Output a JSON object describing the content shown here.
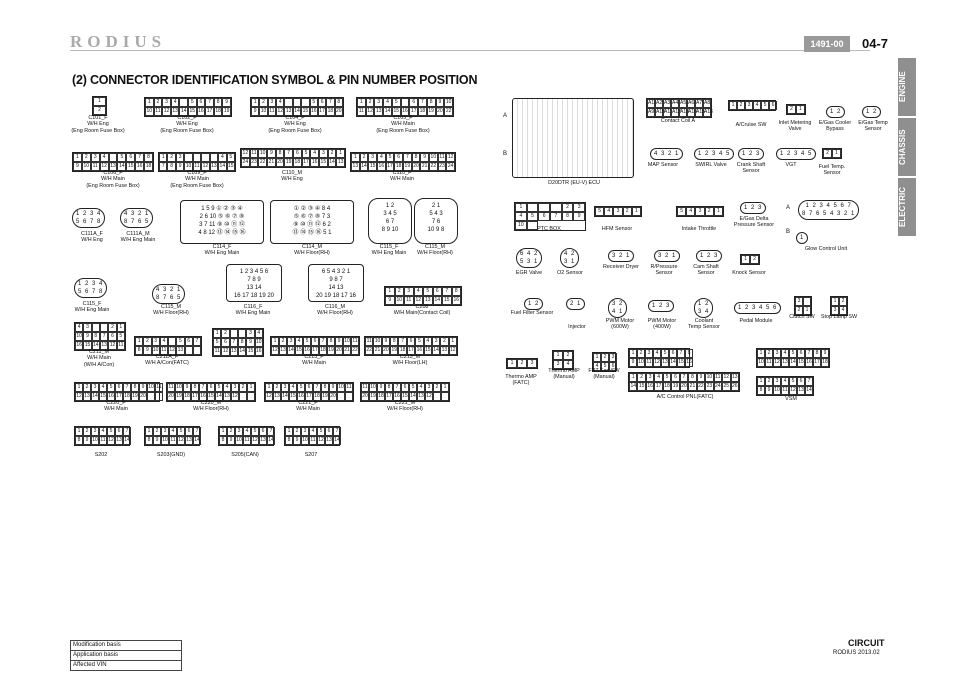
{
  "header": {
    "logo": "RODIUS",
    "doc_code": "1491-00",
    "page": "04-7"
  },
  "title": "(2) CONNECTOR IDENTIFICATION SYMBOL & PIN NUMBER POSITION",
  "side_tabs": [
    "ENGINE",
    "CHASSIS",
    "ELECTRIC"
  ],
  "connectors": {
    "c101f": [
      "C101_F",
      "W/H Eng",
      "(Eng Room Fuse Box)"
    ],
    "c102f": [
      "C102_F",
      "W/H Eng",
      "(Eng Room Fuse Box)"
    ],
    "c104f": [
      "C104_F",
      "W/H Eng",
      "(Eng Room Fuse Box)"
    ],
    "c105f": [
      "C105_F",
      "W/H Main",
      "(Eng Room Fuse Box)"
    ],
    "c106f": [
      "C106_F",
      "W/H Main",
      "(Eng Room Fuse Box)"
    ],
    "c109f": [
      "C109_F",
      "W/H Main",
      "(Eng Room Fuse Box)"
    ],
    "c110m": [
      "C110_M",
      "W/H Eng"
    ],
    "c110f": [
      "C110_F",
      "W/H Main"
    ],
    "c111af": [
      "C111A_F",
      "W/H Eng"
    ],
    "c111am": [
      "C111A_M",
      "W/H Eng Main"
    ],
    "c114f": [
      "C114_F",
      "W/H Eng Main"
    ],
    "c114m": [
      "C114_M",
      "W/H Floor(RH)"
    ],
    "c115f_a": [
      "C115_F",
      "W/H Eng Main"
    ],
    "c115m_a": [
      "C115_M",
      "W/H Floor(RH)"
    ],
    "c115f_b": [
      "C115_F",
      "W/H Eng Main"
    ],
    "c115m_b": [
      "C115_M",
      "W/H Floor(RH)"
    ],
    "c116f": [
      "C116_F",
      "W/H Eng Main"
    ],
    "c116m": [
      "C116_M",
      "W/H Floor(RH)"
    ],
    "c208": [
      "C208",
      "W/H Main(Contact Coil)"
    ],
    "c211m": [
      "C211_M",
      "W/H Main",
      "(W/H A/Con)"
    ],
    "c211af_fatc": [
      "C211A_F",
      "W/H A/Con(FATC)"
    ],
    "c211af_man": [
      "C211A_F",
      "W/H A/Con(Maunal)"
    ],
    "c213f": [
      "C213_F",
      "W/H Main"
    ],
    "c213m": [
      "C213_M",
      "W/H Floor(LH)"
    ],
    "c220f": [
      "C220_F",
      "W/H Main"
    ],
    "c220m": [
      "C220_M",
      "W/H Floor(RH)"
    ],
    "c221f": [
      "C221_F",
      "W/H Main"
    ],
    "c221m": [
      "C221_M",
      "W/H Floor(RH)"
    ],
    "s202": [
      "S202"
    ],
    "s203": [
      "S203(GND)"
    ],
    "s205": [
      "S205(CAN)"
    ],
    "s207": [
      "S207"
    ]
  },
  "components": {
    "ecu": "D20DTR (EU-V) ECU",
    "ecu_a": "A",
    "ecu_b": "B",
    "contact_coil": "Contact Coil A",
    "acruise": "A/Cruise SW",
    "inlet_metering": [
      "Inlet Metering",
      "Valve"
    ],
    "egas_cooler": [
      "E/Gas Cooler",
      "Bypass"
    ],
    "egas_temp": [
      "E/Gas Temp",
      "Sensor"
    ],
    "map": "MAP Sensor",
    "swirl": "SWIRL Valve",
    "crank": [
      "Crank Shaft",
      "Sensor"
    ],
    "vgt": "VGT",
    "fuel_temp": [
      "Fuel Temp.",
      "Sensor"
    ],
    "ptc": "PTC BOX",
    "hfm": "HFM Sensor",
    "intake": "Intake Throttle",
    "egas_delta": [
      "E/Gas Delta",
      "Pressure Sensor"
    ],
    "glow": "Glow Control Unit",
    "glow_a": "A",
    "glow_b": "B",
    "egr": "EGR Valve",
    "o2": "O2 Sensor",
    "receiver": "Receiver Dryer",
    "rpressure": [
      "R/Pressure",
      "Sensor"
    ],
    "camshaft": [
      "Cam Shaft",
      "Sensor"
    ],
    "knock": "Knock Sensor",
    "fuel_filter": "Fuel Filter Sensor",
    "injector": "Injector",
    "pwm600": [
      "PWM Motor",
      "(600W)"
    ],
    "pwm400": [
      "PWM Motor",
      "(400W)"
    ],
    "coolant": [
      "Coolant",
      "Temp Sensor"
    ],
    "pedal": "Pedal Module",
    "clutch": "Clutch SW",
    "stoplamp": "Stop Lamp SW",
    "thermo_fatc": [
      "Thermo AMP",
      "(FATC)"
    ],
    "thermo_man": [
      "Thermo AMP",
      "(Manual)"
    ],
    "frt_fan": [
      "FRT Fan SW",
      "(Manual)"
    ],
    "acpnl": "A/C Control PNL(FATC)",
    "vsm": "VSM"
  },
  "footer_table": [
    "Modification basis",
    "Application basis",
    "Affected VIN"
  ],
  "footer": {
    "section": "CIRCUIT",
    "date": "RODIUS 2013.02"
  }
}
